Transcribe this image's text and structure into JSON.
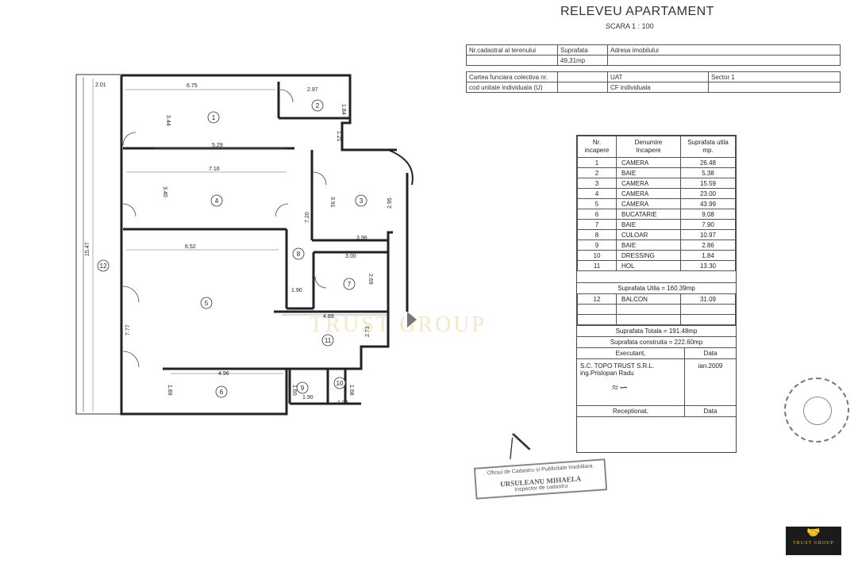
{
  "header": {
    "title": "RELEVEU APARTAMENT",
    "scale": "SCARA 1 : 100"
  },
  "info_table": {
    "r1": {
      "cadastral_label": "Nr.cadastral al terenului",
      "surface_label": "Suprafata",
      "address_label": "Adresa imobilului"
    },
    "r2": {
      "surface_value": "49,31mp"
    },
    "r3": {
      "cf_label": "Cartea funciara colectiva nr.",
      "uat_label": "UAT",
      "sector": "Sector 1"
    },
    "r4": {
      "unit_label": "cod unitate individuala (U)",
      "cf_ind_label": "CF individuala"
    }
  },
  "plan": {
    "dims": {
      "d201": "2.01",
      "d675": "6.75",
      "d297": "2.97",
      "d184": "1.84",
      "d344": "3.44",
      "d121": "1.21",
      "d529": "5.29",
      "d716": "7.16",
      "d340": "3.40",
      "d391": "3.91",
      "d295": "2.95",
      "d720": "7.20",
      "d396": "3.96",
      "d652": "6.52",
      "d300": "3.00",
      "d269": "2.69",
      "d190a": "1.90",
      "d1547": "15.47",
      "d777": "7.77",
      "d489": "4.89",
      "d273": "2.73",
      "d496": "4.96",
      "d189": "1.89",
      "d160": "1.60",
      "d190b": "1.90",
      "d168": "1.68",
      "d109": "1.09"
    },
    "room_numbers": [
      "1",
      "2",
      "3",
      "4",
      "5",
      "6",
      "7",
      "8",
      "9",
      "10",
      "11",
      "12"
    ]
  },
  "rooms_table": {
    "head": {
      "nr": "Nr.\nincapere",
      "name": "Denumire\nIncapere",
      "area": "Suprafata utila\nmp."
    },
    "rows": [
      {
        "nr": "1",
        "name": "CAMERA",
        "area": "26.48"
      },
      {
        "nr": "2",
        "name": "BAIE",
        "area": "5.38"
      },
      {
        "nr": "3",
        "name": "CAMERA",
        "area": "15.59"
      },
      {
        "nr": "4",
        "name": "CAMERA",
        "area": "23.00"
      },
      {
        "nr": "5",
        "name": "CAMERA",
        "area": "43.99"
      },
      {
        "nr": "6",
        "name": "BUCATARIE",
        "area": "9.08"
      },
      {
        "nr": "7",
        "name": "BAIE",
        "area": "7.90"
      },
      {
        "nr": "8",
        "name": "CULOAR",
        "area": "10.97"
      },
      {
        "nr": "9",
        "name": "BAIE",
        "area": "2.86"
      },
      {
        "nr": "10",
        "name": "DRESSING",
        "area": "1.84"
      },
      {
        "nr": "11",
        "name": "HOL",
        "area": "13.30"
      }
    ],
    "utila": "Suprafata Utila = 160.39mp",
    "balcon": {
      "nr": "12",
      "name": "BALCON",
      "area": "31.09"
    },
    "totala": "Suprafata Totala = 191.48mp",
    "construita": "Suprafata construita = 222.60mp",
    "executant_label": "Executant,",
    "data_label": "Data",
    "company": "S.C. TOPO TRUST S.R.L.",
    "engineer": "ing.Prislopan Radu",
    "date": "ian.2009",
    "receptionat_label": "Receptionat,",
    "data_label2": "Data"
  },
  "stamp": {
    "line1": "Oficiul de Cadastru si Publicitate Imobiliara",
    "name": "URSULEANU MIHAELA",
    "role": "Inspector de cadastru"
  },
  "watermark": "TRUST GROUP",
  "logo": {
    "text": "TRUST GROUP"
  }
}
